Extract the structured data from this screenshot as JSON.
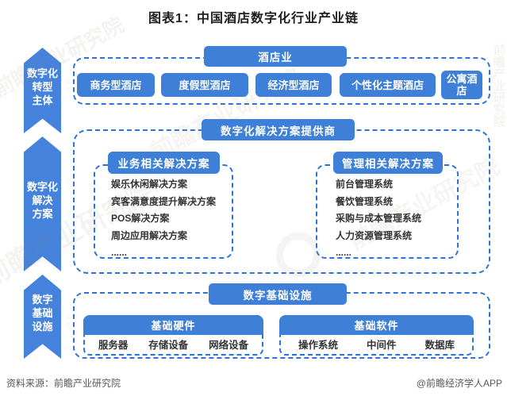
{
  "title": "图表1：中国酒店数字化行业产业链",
  "colors": {
    "primary_blue": "#3E7FD8",
    "arrow_blue": "#4482DC",
    "dash_blue": "#2E74D6",
    "list_text": "#333333",
    "footer_text": "#595959"
  },
  "left_arrows": [
    {
      "label": "数字化\n转型\n主体"
    },
    {
      "label": "数字化\n解决\n方案"
    },
    {
      "label": "数字\n基础\n设施"
    }
  ],
  "sections": {
    "hotels": {
      "header": "酒店业",
      "items": [
        "商务型酒店",
        "度假型酒店",
        "经济型酒店",
        "个性化主题酒店",
        "公寓酒店"
      ]
    },
    "solutions": {
      "header": "数字化解决方案提供商",
      "business": {
        "header": "业务相关解决方案",
        "items": [
          "娱乐休闲解决方案",
          "宾客满意度提升解决方案",
          "POS解决方案",
          "周边应用解决方案",
          "......"
        ]
      },
      "management": {
        "header": "管理相关解决方案",
        "items": [
          "前台管理系统",
          "餐饮管理系统",
          "采购与成本管理系统",
          "人力资源管理系统",
          "......"
        ]
      }
    },
    "infrastructure": {
      "header": "数字基础设施",
      "hardware": {
        "header": "基础硬件",
        "items": [
          "服务器",
          "存储设备",
          "网络设备"
        ]
      },
      "software": {
        "header": "基础软件",
        "items": [
          "操作系统",
          "中间件",
          "数据库"
        ]
      }
    }
  },
  "footer": {
    "source": "资料来源：前瞻产业研究院",
    "credit": "@前瞻经济学人APP"
  },
  "watermark": "前瞻产业研究院"
}
